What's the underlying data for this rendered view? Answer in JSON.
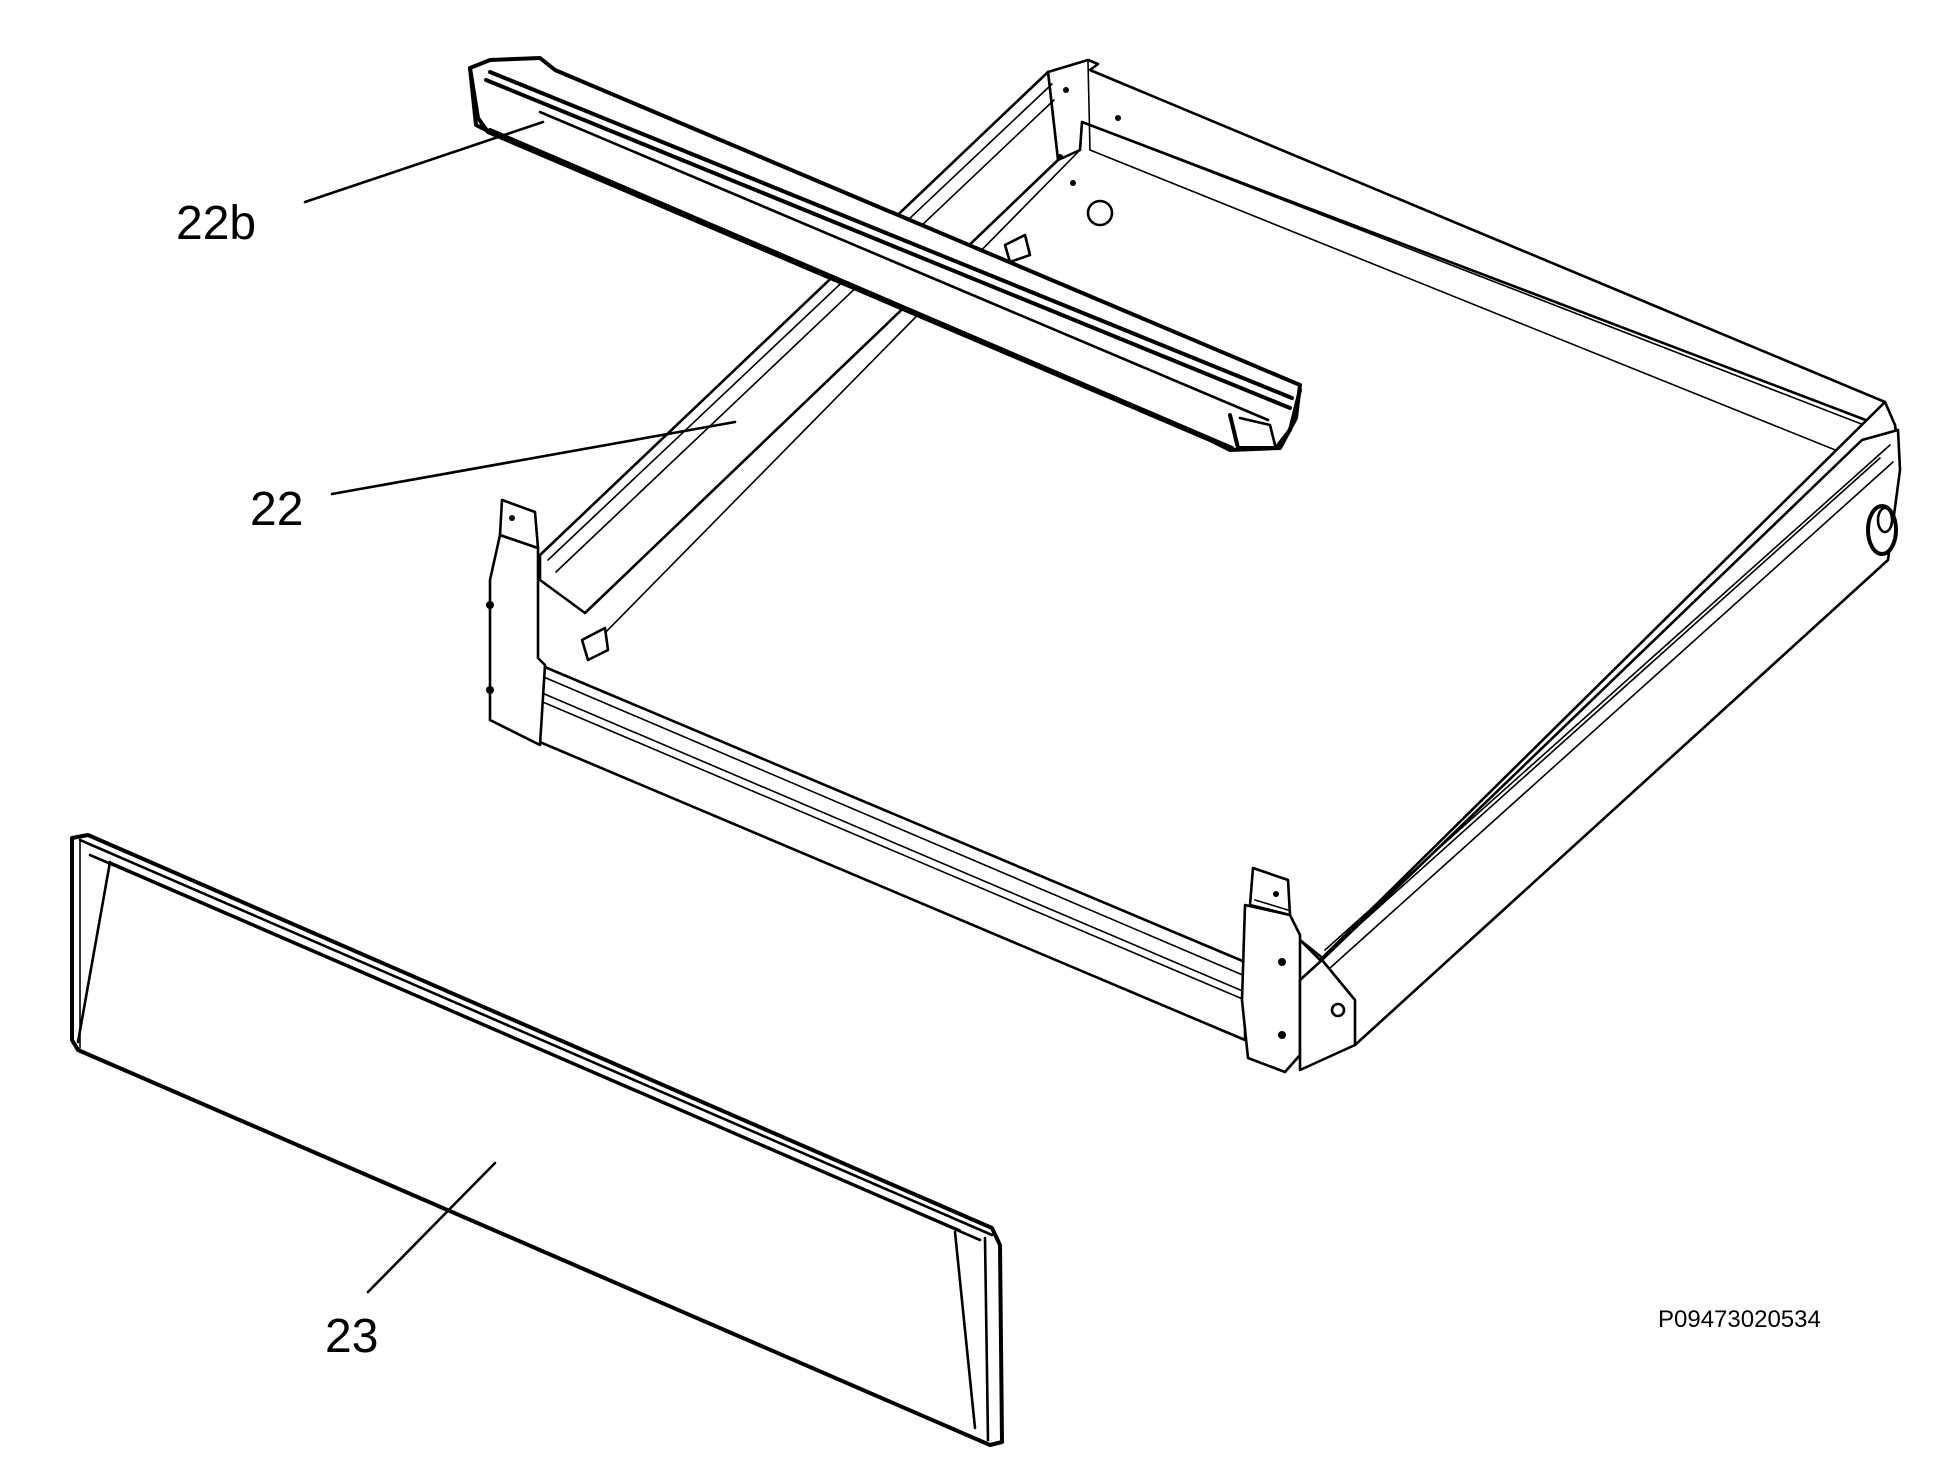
{
  "diagram": {
    "callouts": [
      {
        "id": "22b",
        "text": "22b"
      },
      {
        "id": "22",
        "text": "22"
      },
      {
        "id": "23",
        "text": "23"
      }
    ],
    "drawing_code": "P09473020534"
  }
}
